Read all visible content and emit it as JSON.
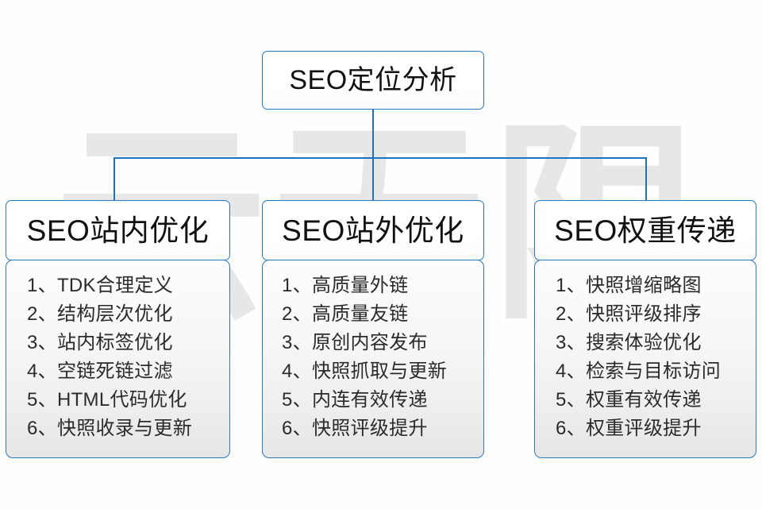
{
  "diagram": {
    "title": "SEO定位分析",
    "watermark_text": "云无限",
    "accent_color": "#2a7ac0",
    "connector_color": "#1c72c4",
    "root": {
      "label": "SEO定位分析"
    },
    "columns": [
      {
        "id": "on-site",
        "header": "SEO站内优化",
        "items": [
          "1、TDK合理定义",
          "2、结构层次优化",
          "3、站内标签优化",
          "4、空链死链过滤",
          "5、HTML代码优化",
          "6、快照收录与更新"
        ]
      },
      {
        "id": "off-site",
        "header": "SEO站外优化",
        "items": [
          "1、高质量外链",
          "2、高质量友链",
          "3、原创内容发布",
          "4、快照抓取与更新",
          "5、内连有效传递",
          "6、快照评级提升"
        ]
      },
      {
        "id": "weight-transfer",
        "header": "SEO权重传递",
        "items": [
          "1、快照增缩略图",
          "2、快照评级排序",
          "3、搜索体验优化",
          "4、检索与目标访问",
          "5、权重有效传递",
          "6、权重评级提升"
        ]
      }
    ]
  }
}
